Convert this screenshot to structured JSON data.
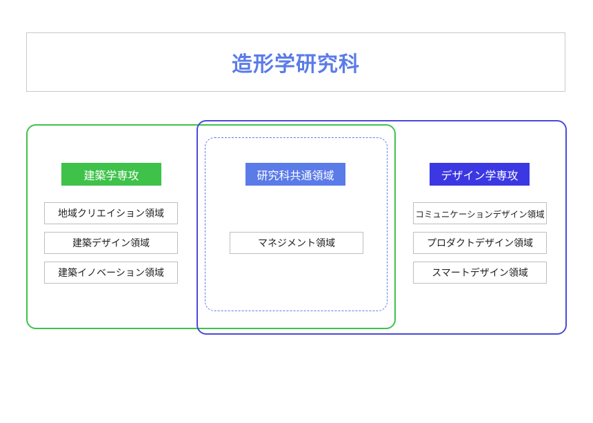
{
  "title": "造形学研究科",
  "colors": {
    "title": "#5a7be8",
    "architecture": "#3ec24a",
    "design": "#3b38e3",
    "common": "#5a7be8"
  },
  "architecture": {
    "header": "建築学専攻",
    "fields": [
      "地域クリエイション領域",
      "建築デザイン領域",
      "建築イノベーション領域"
    ]
  },
  "common": {
    "header": "研究科共通領域",
    "fields": [
      "マネジメント領域"
    ]
  },
  "design": {
    "header": "デザイン学専攻",
    "fields": [
      "コミュニケーションデザイン領域",
      "プロダクトデザイン領域",
      "スマートデザイン領域"
    ]
  }
}
